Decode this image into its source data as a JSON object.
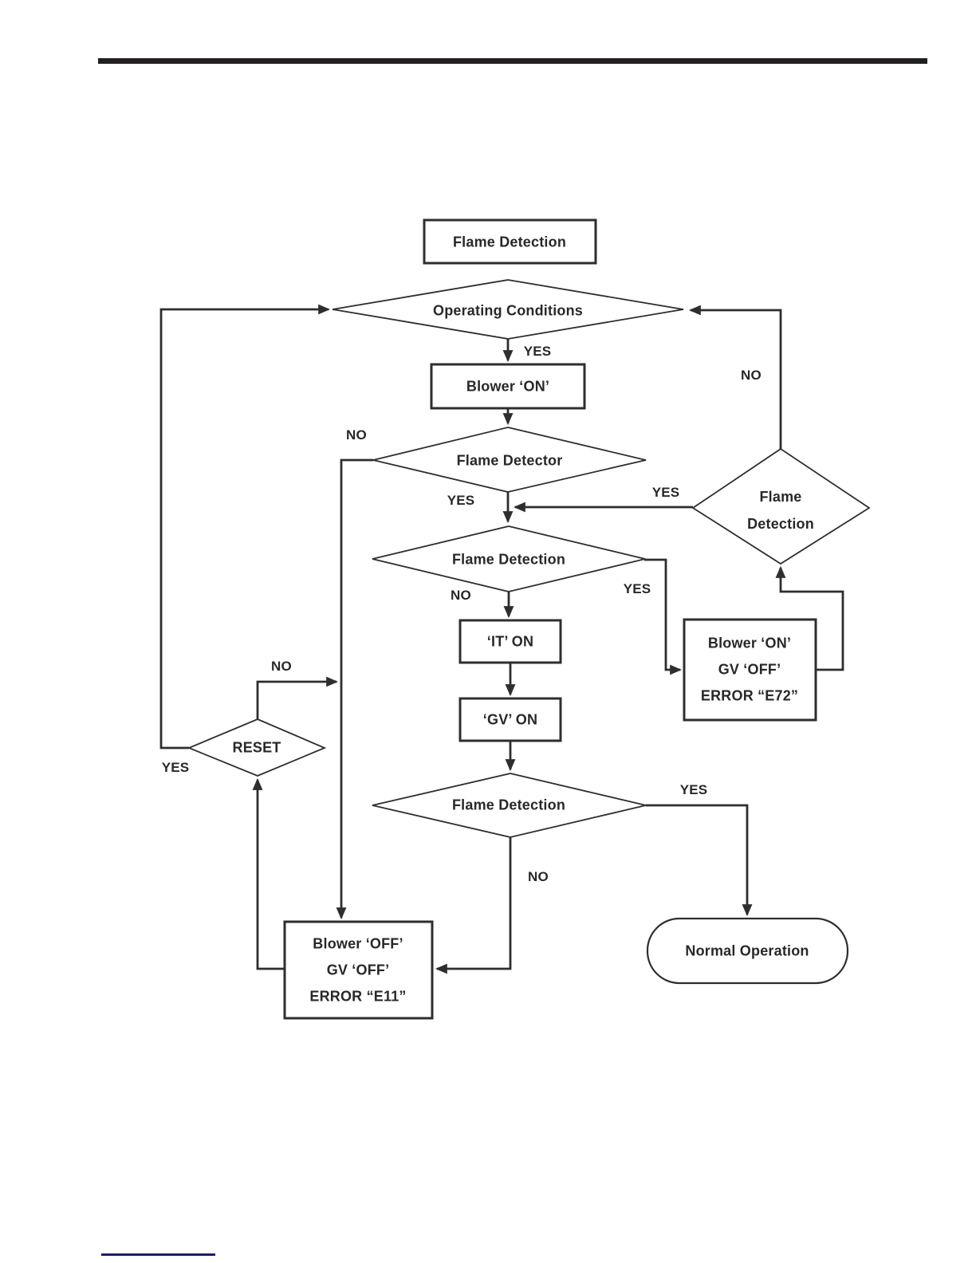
{
  "page": {
    "top_rule_color": "#231f20",
    "footer_underline_color": "#1a1a80",
    "background": "#ffffff"
  },
  "flowchart": {
    "line_color": "#2e2e2e",
    "text_color": "#282828",
    "nodes": {
      "start": {
        "type": "process",
        "label": "Flame Detection"
      },
      "operating_conditions": {
        "type": "decision",
        "label": "Operating Conditions"
      },
      "blower_on": {
        "type": "process",
        "label": "Blower ‘ON’"
      },
      "flame_detector": {
        "type": "decision",
        "label": "Flame Detector"
      },
      "flame_detection_mid": {
        "type": "decision",
        "label": "Flame Detection"
      },
      "it_on": {
        "type": "process",
        "label": "‘IT’ ON"
      },
      "gv_on": {
        "type": "process",
        "label": "‘GV’ ON"
      },
      "error_e72": {
        "type": "process",
        "lines": [
          "Blower ‘ON’",
          "GV ‘OFF’",
          "ERROR “E72”"
        ]
      },
      "flame_detection_right": {
        "type": "decision",
        "lines": [
          "Flame",
          "Detection"
        ]
      },
      "reset": {
        "type": "decision",
        "label": "RESET"
      },
      "flame_detection_bottom": {
        "type": "decision",
        "label": "Flame Detection"
      },
      "error_e11": {
        "type": "process",
        "lines": [
          "Blower ‘OFF’",
          "GV ‘OFF’",
          "ERROR “E11”"
        ]
      },
      "normal_operation": {
        "type": "terminator",
        "label": "Normal Operation"
      }
    },
    "edge_labels": {
      "operating_conditions_yes": "YES",
      "flame_detector_no": "NO",
      "flame_detector_yes": "YES",
      "flame_detection_right_no": "NO",
      "flame_detection_right_yes": "YES",
      "flame_detection_mid_no": "NO",
      "flame_detection_mid_yes": "YES",
      "reset_no": "NO",
      "reset_yes": "YES",
      "flame_detection_bottom_yes": "YES",
      "flame_detection_bottom_no": "NO"
    }
  }
}
